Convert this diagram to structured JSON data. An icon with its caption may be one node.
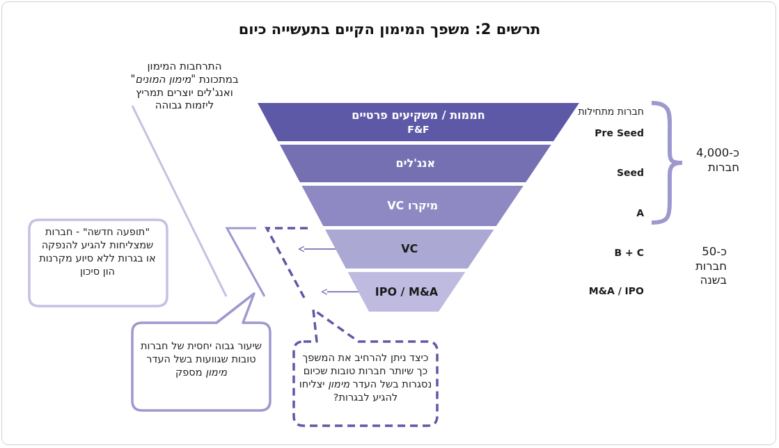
{
  "diagram": {
    "title": "תרשים 2: משפך המימון הקיים בתעשייה כיום",
    "nodes": [
      {
        "text": [
          "חממות / משקיעים פרטיים",
          "F&F"
        ]
      },
      {
        "text": [
          "אנג'לים"
        ]
      },
      {
        "text": [
          "מיקרו VC"
        ]
      },
      {
        "text": [
          "VC"
        ]
      },
      {
        "text": [
          "IPO / M&A"
        ]
      },
      {
        "text": [
          "\"תופעה חדשה\" - חברות שמצליחות להגיע להנפקה או בגרות ללא סיוע מקרנות הון סיכון"
        ]
      },
      {
        "text": [
          "שיעור גבוה יחסית של חברות טובות שגוועות בשל העדר *מימון* מספק"
        ]
      },
      {
        "text": [
          "כיצד ניתן להרחיב את המשפך כך שיותר חברות טובות שכיום נסגרות בשל העדר *מימון* יצליחו להגיע לבגרות?"
        ]
      }
    ],
    "edges": [
      {
        "from": 3,
        "to": null,
        "arrow": "to"
      },
      {
        "from": 4,
        "to": null,
        "arrow": "to"
      }
    ],
    "labels": [
      "התרחבות המימון במתכונת \"*מימון המונים*\" ואנג'לים יוצרים תמריץ ליזמות גבוהה",
      "חברות מתחילות",
      "Pre Seed",
      "Seed",
      "A",
      "B + C",
      "M&A / IPO",
      "כ-4,000 חברות",
      "כ-50 חברות בשנה"
    ]
  }
}
